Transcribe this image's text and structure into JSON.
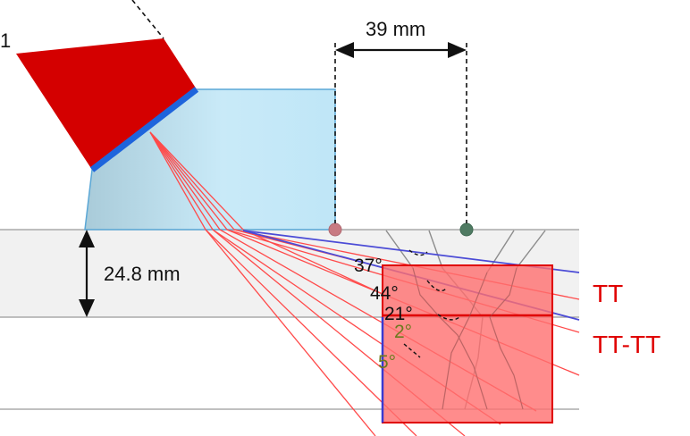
{
  "probe": {
    "id": "1"
  },
  "dimensions": {
    "offset": "39 mm",
    "thickness": "24.8 mm"
  },
  "angles": {
    "a1": "37°",
    "a2": "44°",
    "a3": "21°",
    "a4": "2°",
    "a5": "5°"
  },
  "modes": {
    "tt": "TT",
    "tttt": "TT-TT"
  },
  "colors": {
    "probe": "#d40000",
    "crystal": "#1e64dc",
    "wedge": "#bde4f3",
    "plate": "#efefef",
    "ray": "#ff4a4a",
    "blue_line": "#4b4bd6",
    "zone": "#ff6f6f",
    "marker_red": "#c87a82",
    "marker_green": "#4f7a62",
    "label_red": "#e00000"
  }
}
